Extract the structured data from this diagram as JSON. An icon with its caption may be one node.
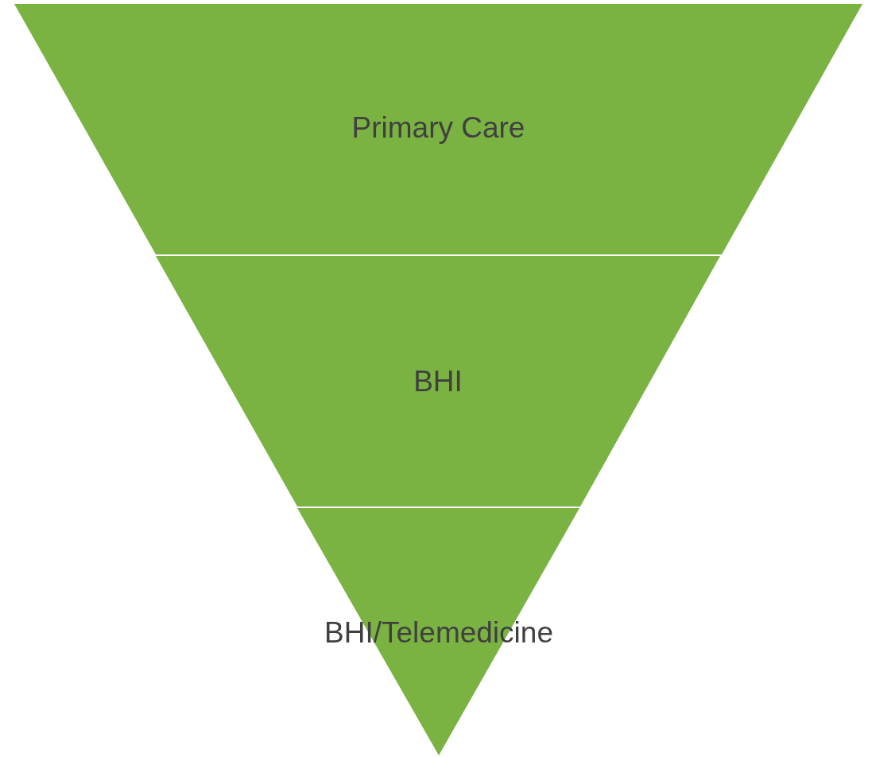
{
  "diagram": {
    "nodes": [
      {
        "text": [
          "Primary Care"
        ]
      },
      {
        "text": [
          "BHI"
        ]
      },
      {
        "text": [
          "BHI/Telemedicine"
        ]
      }
    ]
  }
}
